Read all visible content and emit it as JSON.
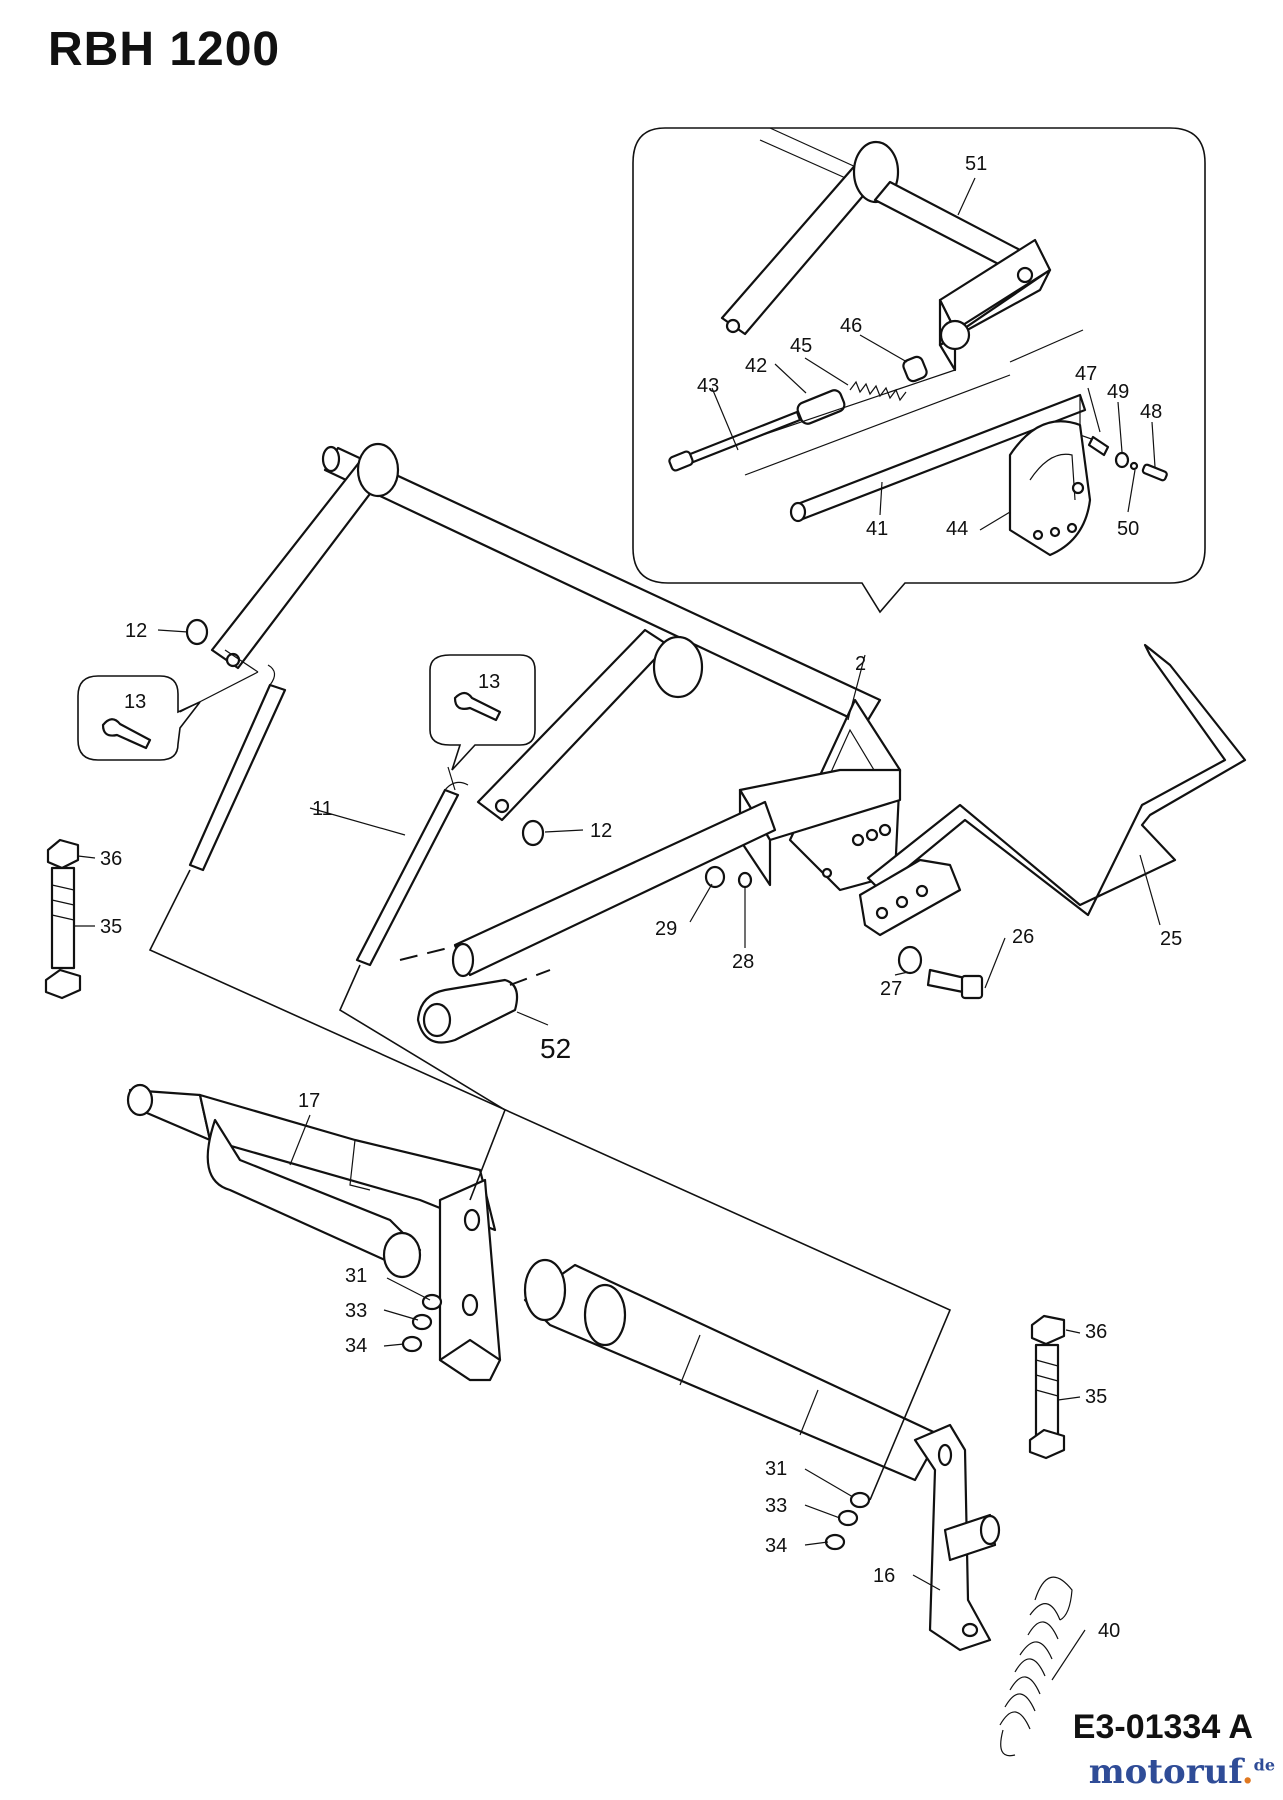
{
  "header": {
    "title": "RBH 1200"
  },
  "footer": {
    "diagram_code": "E3-01334 A",
    "logo_main": "motoruf",
    "logo_tld": "de"
  },
  "callouts": [
    {
      "id": "51",
      "text": "51"
    },
    {
      "id": "46",
      "text": "46"
    },
    {
      "id": "45",
      "text": "45"
    },
    {
      "id": "42",
      "text": "42"
    },
    {
      "id": "43",
      "text": "43"
    },
    {
      "id": "47",
      "text": "47"
    },
    {
      "id": "49",
      "text": "49"
    },
    {
      "id": "48",
      "text": "48"
    },
    {
      "id": "41",
      "text": "41"
    },
    {
      "id": "44",
      "text": "44"
    },
    {
      "id": "50",
      "text": "50"
    },
    {
      "id": "2",
      "text": "2"
    },
    {
      "id": "12a",
      "text": "12"
    },
    {
      "id": "13a",
      "text": "13"
    },
    {
      "id": "13b",
      "text": "13"
    },
    {
      "id": "11",
      "text": "11"
    },
    {
      "id": "12b",
      "text": "12"
    },
    {
      "id": "36a",
      "text": "36"
    },
    {
      "id": "35a",
      "text": "35"
    },
    {
      "id": "29",
      "text": "29"
    },
    {
      "id": "28",
      "text": "28"
    },
    {
      "id": "27",
      "text": "27"
    },
    {
      "id": "26",
      "text": "26"
    },
    {
      "id": "25",
      "text": "25"
    },
    {
      "id": "52",
      "text": "52"
    },
    {
      "id": "17",
      "text": "17"
    },
    {
      "id": "31a",
      "text": "31"
    },
    {
      "id": "33a",
      "text": "33"
    },
    {
      "id": "34a",
      "text": "34"
    },
    {
      "id": "36b",
      "text": "36"
    },
    {
      "id": "35b",
      "text": "35"
    },
    {
      "id": "31b",
      "text": "31"
    },
    {
      "id": "33b",
      "text": "33"
    },
    {
      "id": "34b",
      "text": "34"
    },
    {
      "id": "16",
      "text": "16"
    },
    {
      "id": "40",
      "text": "40"
    }
  ]
}
